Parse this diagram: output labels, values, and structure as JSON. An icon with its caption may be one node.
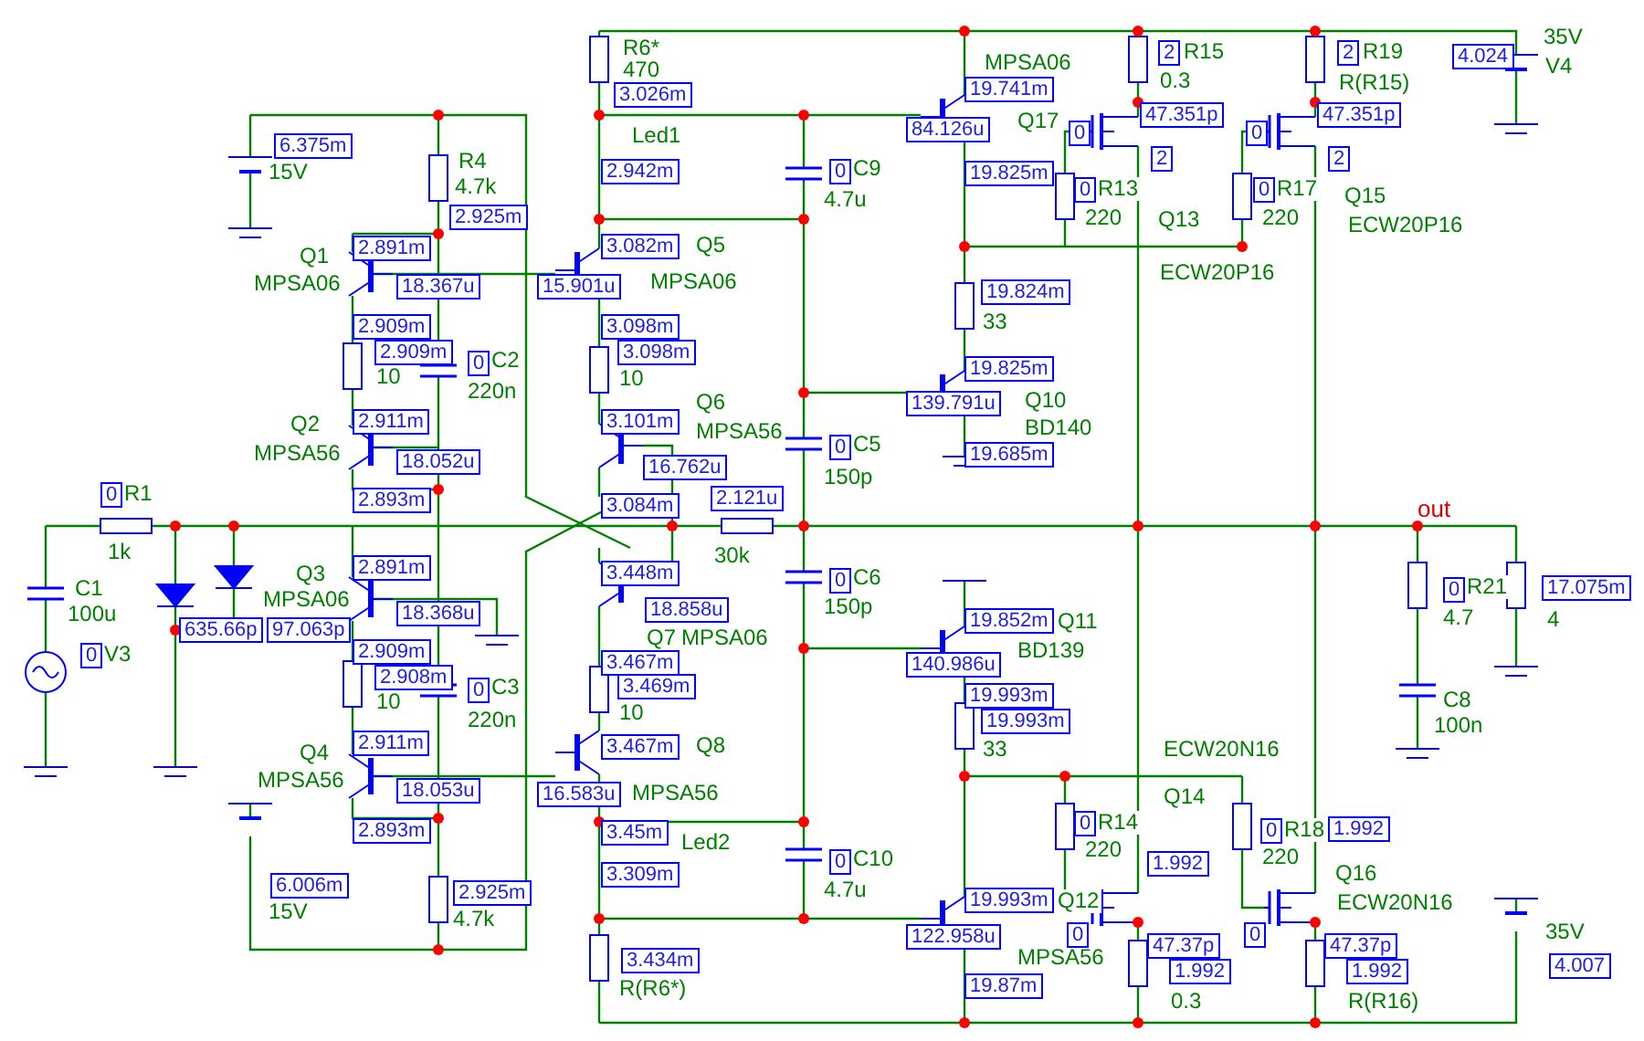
{
  "diagram": {
    "labels": [
      "6.375m",
      "15V",
      "R4",
      "4.7k",
      "2.925m",
      "Q1",
      "MPSA06",
      "2.891m",
      "18.367u",
      "2.909m",
      "2.909m",
      "10",
      "0",
      "C2",
      "220n",
      "Q2",
      "MPSA56",
      "2.911m",
      "18.052u",
      "0",
      "R1",
      "2.893m",
      "1k",
      "C1",
      "100u",
      "0",
      "V3",
      "635.66p",
      "97.063p",
      "Q3",
      "MPSA06",
      "2.891m",
      "18.368u",
      "2.909m",
      "2.908m",
      "10",
      "0",
      "C3",
      "220n",
      "Q4",
      "MPSA56",
      "2.911m",
      "18.053u",
      "2.893m",
      "6.006m",
      "15V",
      "2.925m",
      "4.7k",
      "R6*",
      "470",
      "3.026m",
      "Led1",
      "2.942m",
      "0",
      "C9",
      "4.7u",
      "3.082m",
      "Q5",
      "15.901u",
      "MPSA06",
      "3.098m",
      "3.098m",
      "10",
      "3.101m",
      "Q6",
      "MPSA56",
      "16.762u",
      "3.084m",
      "0",
      "C5",
      "150p",
      "2.121u",
      "30k",
      "0",
      "C6",
      "150p",
      "3.448m",
      "18.858u",
      "Q7",
      "MPSA06",
      "3.467m",
      "3.469m",
      "10",
      "3.467m",
      "Q8",
      "16.583u",
      "MPSA56",
      "3.45m",
      "Led2",
      "3.309m",
      "0",
      "C10",
      "4.7u",
      "3.434m",
      "R(R6*)",
      "MPSA06",
      "19.741m",
      "84.126u",
      "Q17",
      "19.825m",
      "19.824m",
      "33",
      "19.825m",
      "139.791u",
      "Q10",
      "BD140",
      "19.685m",
      "19.852m",
      "Q11",
      "BD139",
      "140.986u",
      "19.993m",
      "19.993m",
      "33",
      "19.993m",
      "Q12",
      "122.958u",
      "MPSA56",
      "19.87m",
      "2",
      "R15",
      "0.3",
      "47.351p",
      "0",
      "2",
      "0",
      "R13",
      "220",
      "Q13",
      "ECW20P16",
      "2",
      "R19",
      "R(R15)",
      "47.351p",
      "0",
      "2",
      "0",
      "R17",
      "220",
      "Q15",
      "ECW20P16",
      "35V",
      "V4",
      "4.024",
      "out",
      "0",
      "R21",
      "4.7",
      "17.075m",
      "4",
      "C8",
      "100n",
      "ECW20N16",
      "Q14",
      "0",
      "R14",
      "220",
      "0",
      "R18",
      "220",
      "1.992",
      "Q16",
      "ECW20N16",
      "1.992",
      "0",
      "0",
      "47.37p",
      "1.992",
      "0.3",
      "47.37p",
      "1.992",
      "R(R16)",
      "35V",
      "4.007"
    ]
  }
}
